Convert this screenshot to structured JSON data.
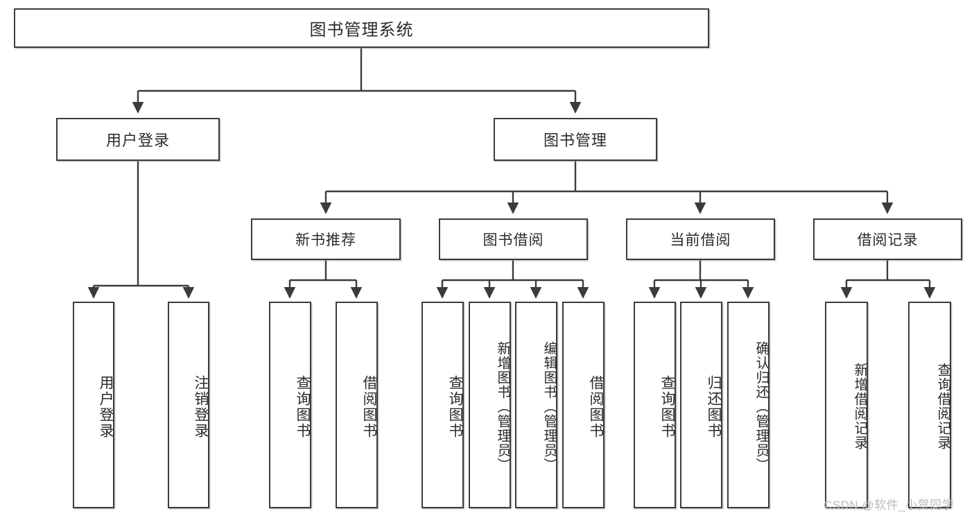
{
  "diagram": {
    "title": "图书管理系统",
    "type": "tree-hierarchy-chart",
    "root": {
      "label": "图书管理系统"
    },
    "level2": [
      {
        "label": "用户登录"
      },
      {
        "label": "图书管理"
      }
    ],
    "level3": [
      {
        "label": "新书推荐"
      },
      {
        "label": "图书借阅"
      },
      {
        "label": "当前借阅"
      },
      {
        "label": "借阅记录"
      }
    ],
    "leaves": {
      "user_login": [
        {
          "label": "用户登录"
        },
        {
          "label": "注销登录"
        }
      ],
      "new_book_recommend": [
        {
          "label": "查询图书"
        },
        {
          "label": "借阅图书"
        }
      ],
      "book_borrow": [
        {
          "label": "查询图书"
        },
        {
          "label": "新增图书（管理员）"
        },
        {
          "label": "编辑图书（管理员）"
        },
        {
          "label": "借阅图书"
        }
      ],
      "current_borrow": [
        {
          "label": "查询图书"
        },
        {
          "label": "归还图书"
        },
        {
          "label": "确认归还（管理员）"
        }
      ],
      "borrow_record": [
        {
          "label": "新增借阅记录"
        },
        {
          "label": "查询借阅记录"
        }
      ]
    }
  },
  "watermark": {
    "text": "CSDN @软件_小贺同学"
  },
  "colors": {
    "stroke": "#3b3b3b",
    "text": "#2b2b2b",
    "background": "#ffffff",
    "watermark": "#b9b9b9"
  }
}
